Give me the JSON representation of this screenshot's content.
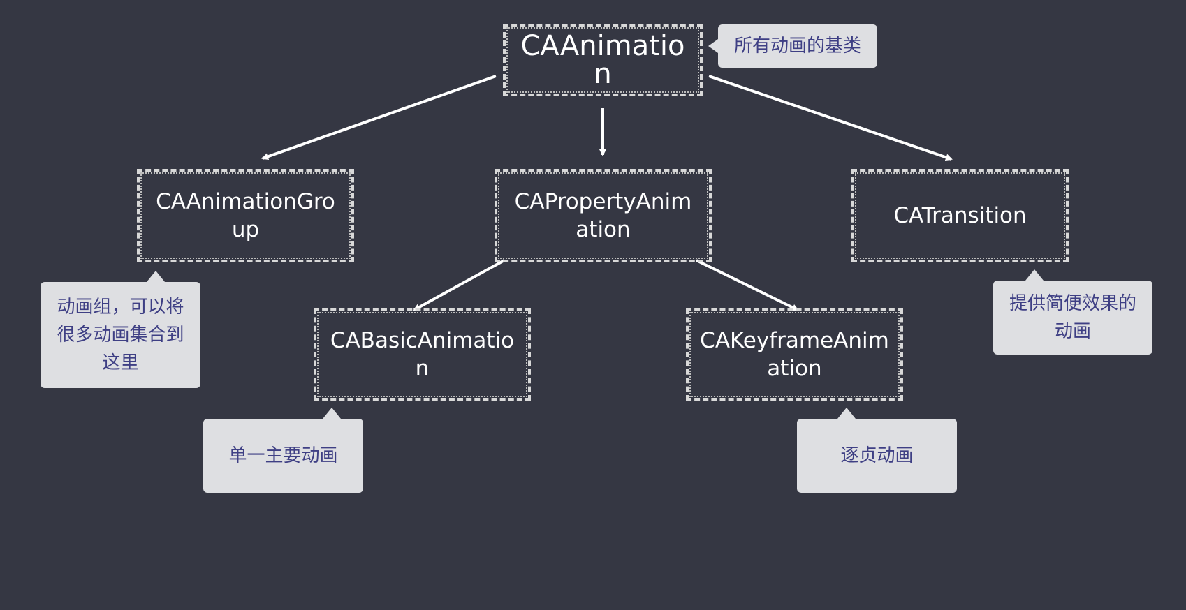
{
  "nodes": {
    "caanimation": "CAAnimation",
    "caanimationgroup": "CAAnimationGroup",
    "capropertyanimation": "CAPropertyAnimation",
    "catransition": "CATransition",
    "cabasicanimation": "CABasicAnimation",
    "cakeyframeanimation": "CAKeyframeAnimation"
  },
  "notes": {
    "caanimation": "所有动画的基类",
    "caanimationgroup": "动画组，可以将很多动画集合到这里",
    "catransition": "提供简便效果的动画",
    "cabasicanimation": "单一主要动画",
    "cakeyframeanimation": "逐贞动画"
  },
  "colors": {
    "background": "#353743",
    "node_border": "#d8d8d8",
    "node_text": "#ffffff",
    "note_background": "#dedfe2",
    "note_text": "#3e3f84",
    "arrow": "#ffffff"
  }
}
